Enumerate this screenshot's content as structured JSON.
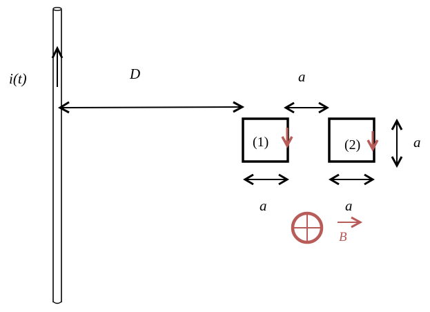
{
  "labels": {
    "current": "i(t)",
    "distance": "D",
    "gap": "a",
    "height": "a",
    "width1": "a",
    "width2": "a",
    "loop1": "(1)",
    "loop2": "(2)",
    "field": "B"
  },
  "colors": {
    "ink": "#000000",
    "accent": "#b85c5a"
  },
  "symbols": {
    "field_direction": "into-page (circled cross)"
  }
}
